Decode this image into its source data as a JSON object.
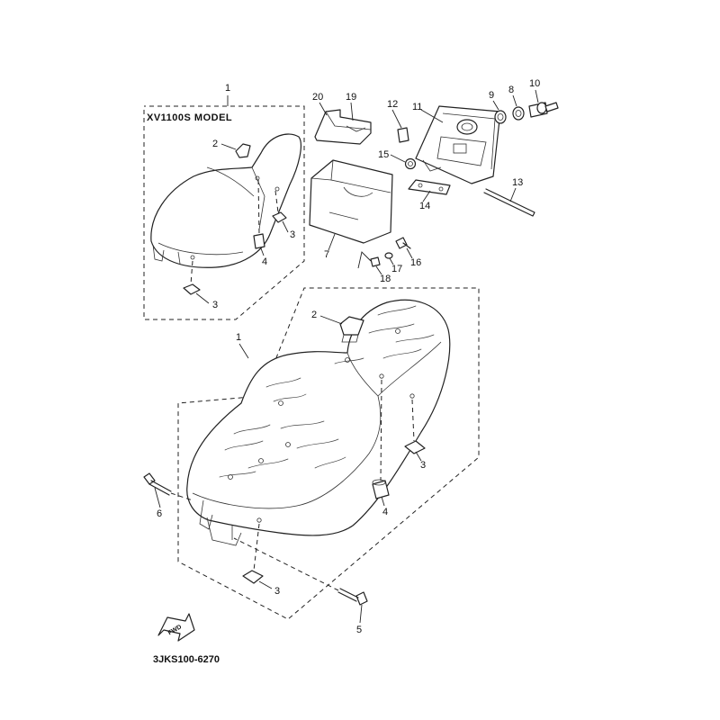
{
  "diagram": {
    "inset_title": "XV1100S MODEL",
    "part_code": "3JKS100-6270",
    "fwd_label": "FWD",
    "callouts": {
      "c1a": "1",
      "c2a": "2",
      "c3a": "3",
      "c3b": "3",
      "c4a": "4",
      "c20": "20",
      "c19": "19",
      "c12": "12",
      "c11": "11",
      "c9": "9",
      "c8": "8",
      "c10": "10",
      "c15": "15",
      "c13": "13",
      "c14": "14",
      "c7": "7",
      "c16": "16",
      "c17": "17",
      "c18": "18",
      "c1b": "1",
      "c2b": "2",
      "c3c": "3",
      "c4b": "4",
      "c6": "6",
      "c3d": "3",
      "c5": "5"
    }
  }
}
